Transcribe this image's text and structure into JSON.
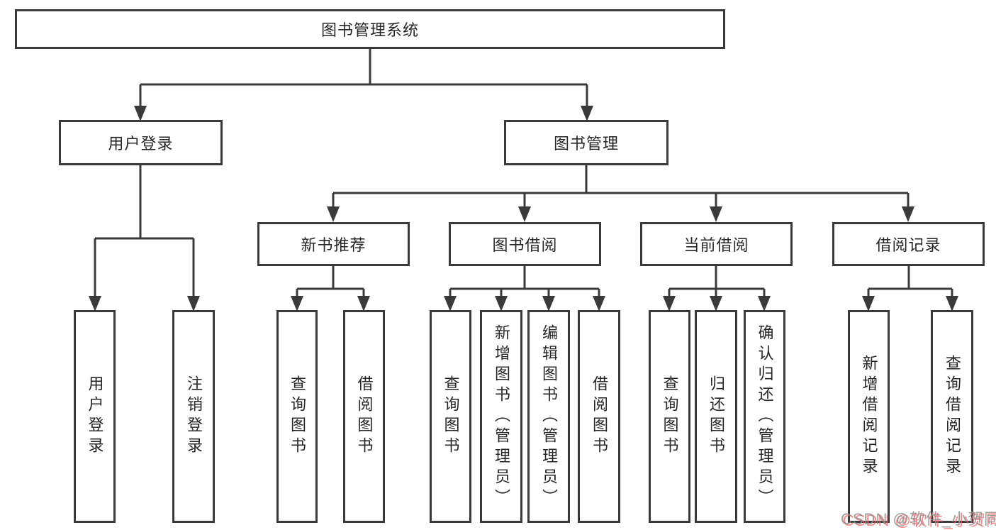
{
  "diagram": {
    "title": "图书管理系统",
    "nodes": {
      "root": "图书管理系统",
      "user_login": "用户登录",
      "book_mgmt": "图书管理",
      "new_book_rec": "新书推荐",
      "book_borrow": "图书借阅",
      "current_borrow": "当前借阅",
      "borrow_record": "借阅记录",
      "leaf_user_login": "用户登录",
      "leaf_logout": "注销登录",
      "leaf_rec_query_book": "查询图书",
      "leaf_rec_borrow_book": "借阅图书",
      "leaf_bb_query_book": "查询图书",
      "leaf_bb_add_book": "新增图书（管理员）",
      "leaf_bb_edit_book": "编辑图书（管理员）",
      "leaf_bb_borrow_book": "借阅图书",
      "leaf_cb_query_book": "查询图书",
      "leaf_cb_return_book": "归还图书",
      "leaf_cb_confirm_return": "确认归还（管理员）",
      "leaf_br_add_record": "新增借阅记录",
      "leaf_br_query_record": "查询借阅记录"
    },
    "colors": {
      "background": "#ffffff",
      "line": "#3a3a3a",
      "text": "#262626"
    }
  },
  "watermark": {
    "text": "CSDN @软件_小贺同学",
    "gray": "#8c8c8c",
    "red": "#fa5f5f"
  }
}
